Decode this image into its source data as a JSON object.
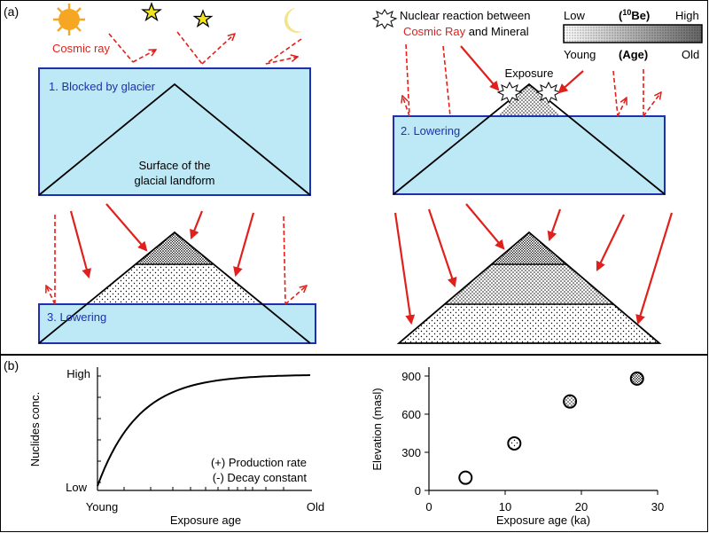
{
  "panel_a": {
    "label": "(a)",
    "cosmic_ray_label": "Cosmic ray",
    "blocked_label": "1. Blocked by glacier",
    "surface_label_line1": "Surface of the",
    "surface_label_line2": "glacial landform",
    "lowering2_label": "2. Lowering",
    "lowering3_label": "3. Lowering",
    "exposure_label": "Exposure",
    "legend": {
      "reaction_line1": "Nuclear reaction between",
      "reaction_cosmic": "Cosmic Ray",
      "reaction_and": " and Mineral",
      "low": "Low",
      "high": "High",
      "be_open": "(",
      "be_sup": "10",
      "be_close": "Be)",
      "young": "Young",
      "age": "(Age)",
      "old": "Old"
    },
    "colors": {
      "glacier_fill": "#bde9f7",
      "glacier_stroke": "#1f2fb0",
      "label_blue": "#1f2fb0",
      "ray_red": "#e0201c",
      "sun": "#f5a623",
      "star": "#f2e41c",
      "moon": "#f3e48a"
    }
  },
  "panel_b": {
    "label": "(b)",
    "left_chart": {
      "ylabel": "Nuclides conc.",
      "ytick_high": "High",
      "ytick_low": "Low",
      "xlabel": "Exposure age",
      "xtick_young": "Young",
      "xtick_old": "Old",
      "note_line1": "(+) Production rate",
      "note_line2": "(-) Decay constant"
    }
  },
  "chart_data": {
    "type": "scatter",
    "xlabel": "Exposure age (ka)",
    "ylabel": "Elevation (masl)",
    "xlim": [
      0,
      30
    ],
    "ylim": [
      0,
      900
    ],
    "xticks": [
      0,
      10,
      20,
      30
    ],
    "yticks": [
      0,
      300,
      600,
      900
    ],
    "points": [
      {
        "x": 4.8,
        "y": 100
      },
      {
        "x": 11.2,
        "y": 370
      },
      {
        "x": 18.5,
        "y": 700
      },
      {
        "x": 27.3,
        "y": 880
      }
    ]
  }
}
